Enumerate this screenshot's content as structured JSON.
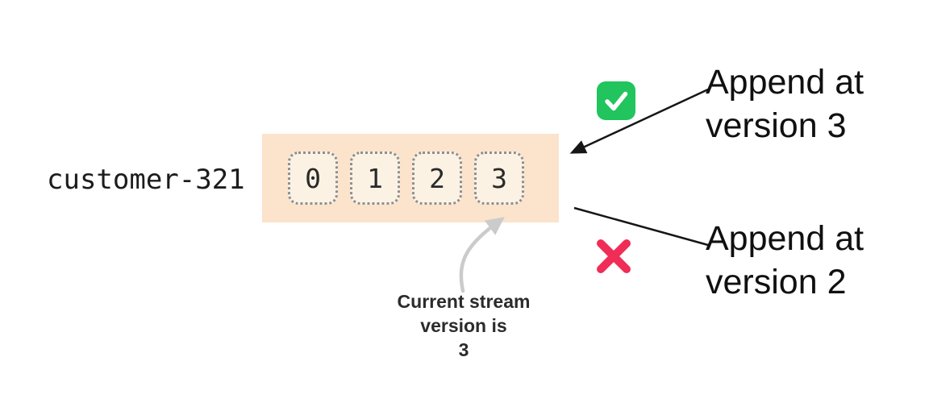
{
  "stream": {
    "label": "customer-321",
    "events": [
      "0",
      "1",
      "2",
      "3"
    ]
  },
  "annotations": {
    "append_v3": {
      "line1": "Append at",
      "line2": "version 3",
      "icon": "check-icon"
    },
    "append_v2": {
      "line1": "Append at",
      "line2": "version 2",
      "icon": "cross-icon"
    }
  },
  "caption": {
    "line1": "Current stream",
    "line2": "version is",
    "line3": "3"
  },
  "colors": {
    "stream_bg": "#fbe3cc",
    "event_bg": "#fcf2e4",
    "event_border": "#8f8f8f",
    "check_green": "#21c45d",
    "cross_red": "#ef2d56",
    "arrow_black": "#161616",
    "arrow_gray": "#cbcbcb",
    "text_dark": "#101010"
  }
}
